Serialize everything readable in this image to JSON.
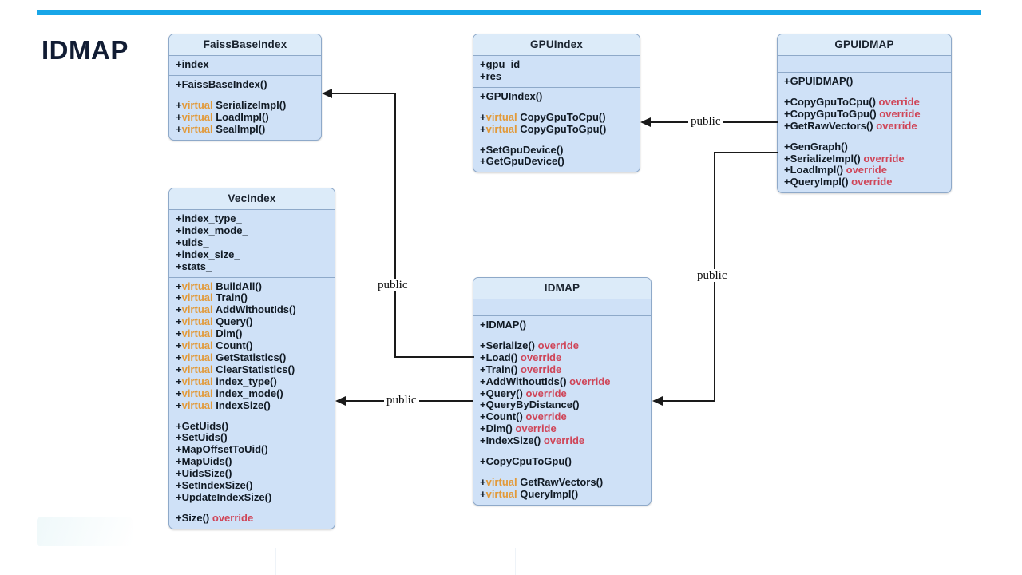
{
  "slide": {
    "title": "IDMAP",
    "accent_color": "#18a6e8",
    "box_fill": "#cfe1f7",
    "box_header_fill": "#dcebf9",
    "box_border": "#8ea9c9",
    "virtual_color": "#e29a3a",
    "override_color": "#cf4558"
  },
  "classes": {
    "faiss_base_index": {
      "name": "FaissBaseIndex",
      "attributes": [
        "+index_"
      ],
      "operations_groups": [
        [
          "+FaissBaseIndex()"
        ],
        [
          "+virtual SerializeImpl()",
          "+virtual LoadImpl()",
          "+virtual SealImpl()"
        ]
      ]
    },
    "gpu_index": {
      "name": "GPUIndex",
      "attributes": [
        "+gpu_id_",
        "+res_"
      ],
      "operations_groups": [
        [
          "+GPUIndex()"
        ],
        [
          "+virtual CopyGpuToCpu()",
          "+virtual CopyGpuToGpu()"
        ],
        [
          "+SetGpuDevice()",
          "+GetGpuDevice()"
        ]
      ]
    },
    "gpuidmap": {
      "name": "GPUIDMAP",
      "attributes": [],
      "operations_groups": [
        [
          "+GPUIDMAP()"
        ],
        [
          "+CopyGpuToCpu() override",
          "+CopyGpuToGpu() override",
          "+GetRawVectors() override"
        ],
        [
          "+GenGraph()",
          "+SerializeImpl() override",
          "+LoadImpl() override",
          "+QueryImpl() override"
        ]
      ]
    },
    "vec_index": {
      "name": "VecIndex",
      "attributes": [
        "+index_type_",
        "+index_mode_",
        "+uids_",
        "+index_size_",
        "+stats_"
      ],
      "operations_groups": [
        [
          "+virtual BuildAll()",
          "+virtual Train()",
          "+virtual AddWithoutIds()",
          "+virtual Query()",
          "+virtual Dim()",
          "+virtual Count()",
          "+virtual GetStatistics()",
          "+virtual ClearStatistics()",
          "+virtual index_type()",
          "+virtual index_mode()",
          "+virtual IndexSize()"
        ],
        [
          "+GetUids()",
          "+SetUids()",
          "+MapOffsetToUid()",
          "+MapUids()",
          "+UidsSize()",
          "+SetIndexSize()",
          "+UpdateIndexSize()"
        ],
        [
          "+Size() override"
        ]
      ]
    },
    "idmap": {
      "name": "IDMAP",
      "attributes": [],
      "operations_groups": [
        [
          "+IDMAP()"
        ],
        [
          "+Serialize() override",
          "+Load() override",
          "+Train() override",
          "+AddWithoutIds() override",
          "+Query() override",
          "+QueryByDistance()",
          "+Count() override",
          "+Dim() override",
          "+IndexSize() override"
        ],
        [
          "+CopyCpuToGpu()"
        ],
        [
          "+virtual GetRawVectors()",
          "+virtual QueryImpl()"
        ]
      ]
    }
  },
  "relations": [
    {
      "id": "idmap-to-faissbaseindex",
      "label": "public",
      "from": "IDMAP",
      "to": "FaissBaseIndex"
    },
    {
      "id": "idmap-to-vecindex",
      "label": "public",
      "from": "IDMAP",
      "to": "VecIndex"
    },
    {
      "id": "gpuidmap-to-gpuindex",
      "label": "public",
      "from": "GPUIDMAP",
      "to": "GPUIndex"
    },
    {
      "id": "gpuidmap-to-idmap",
      "label": "public",
      "from": "GPUIDMAP",
      "to": "IDMAP"
    }
  ]
}
